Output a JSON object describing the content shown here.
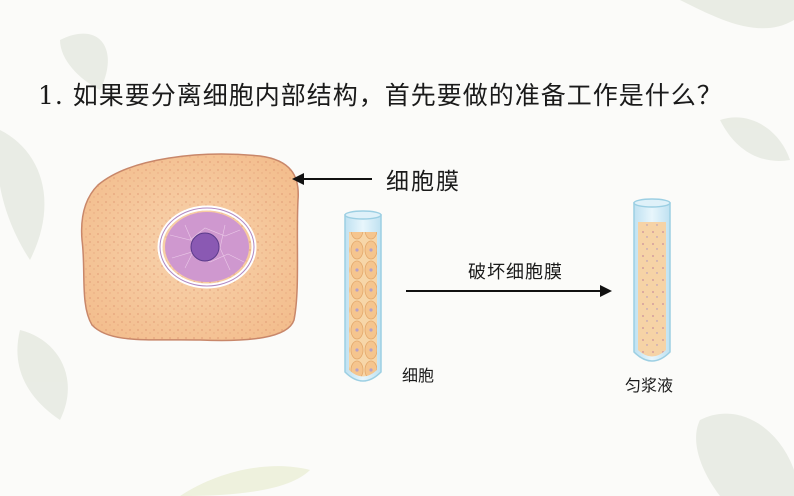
{
  "question": "1. 如果要分离细胞内部结构，首先要做的准备工作是什么？",
  "labels": {
    "cell_membrane": "细胞膜",
    "break_membrane": "破坏细胞膜",
    "cells": "细胞",
    "homogenate": "匀浆液"
  },
  "colors": {
    "cytoplasm": "#f6c89c",
    "nucleus": "#cf98cf",
    "nucleolus": "#8a59b3",
    "tube_glass": "#cfeaf6",
    "arrow": "#111111"
  }
}
